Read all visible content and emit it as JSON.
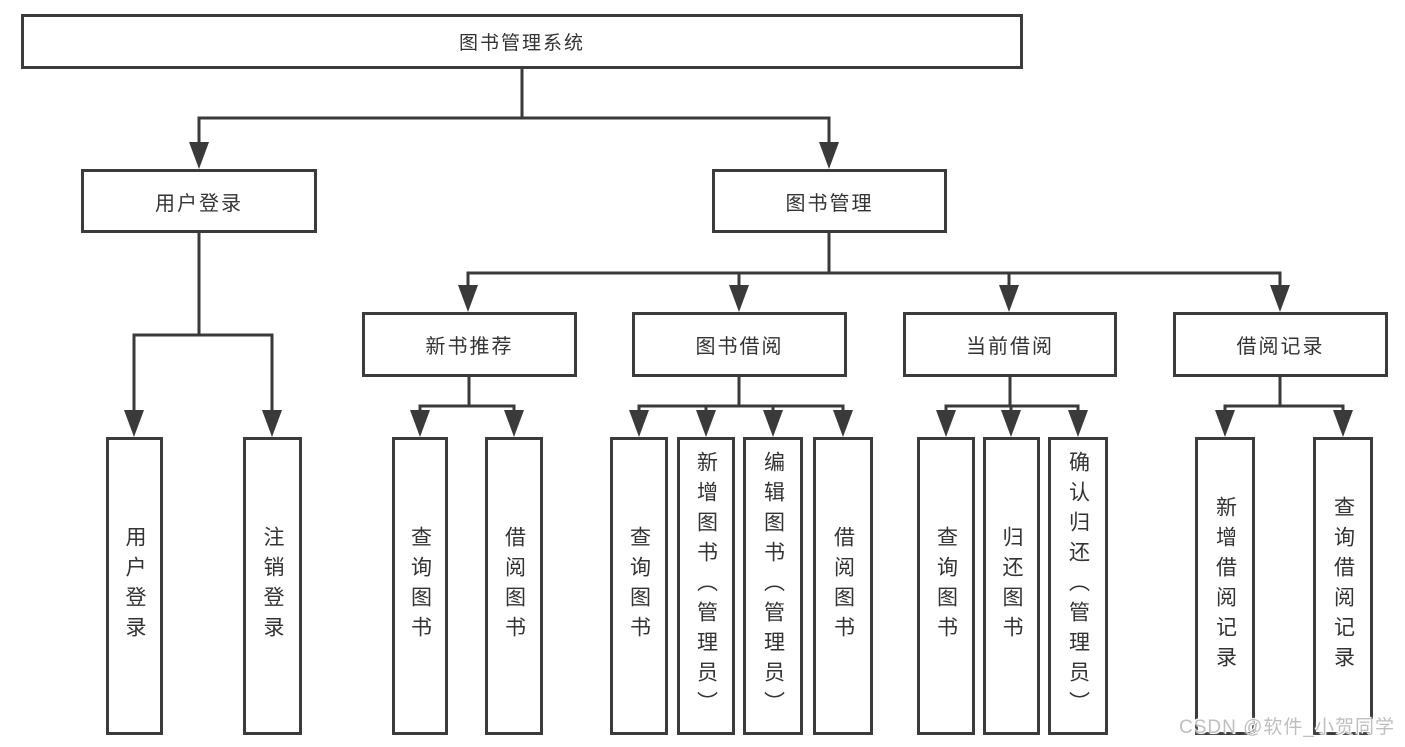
{
  "diagram_type": "hierarchy-tree",
  "tree": {
    "label": "图书管理系统",
    "children": [
      {
        "label": "用户登录",
        "children": [
          {
            "label": "用户登录"
          },
          {
            "label": "注销登录"
          }
        ]
      },
      {
        "label": "图书管理",
        "children": [
          {
            "label": "新书推荐",
            "children": [
              {
                "label": "查询图书"
              },
              {
                "label": "借阅图书"
              }
            ]
          },
          {
            "label": "图书借阅",
            "children": [
              {
                "label": "查询图书"
              },
              {
                "label": "新增图书（管理员）"
              },
              {
                "label": "编辑图书（管理员）"
              },
              {
                "label": "借阅图书"
              }
            ]
          },
          {
            "label": "当前借阅",
            "children": [
              {
                "label": "查询图书"
              },
              {
                "label": "归还图书"
              },
              {
                "label": "确认归还（管理员）"
              }
            ]
          },
          {
            "label": "借阅记录",
            "children": [
              {
                "label": "新增借阅记录"
              },
              {
                "label": "查询借阅记录"
              }
            ]
          }
        ]
      }
    ]
  },
  "watermark": {
    "text": "CSDN @软件_小贺同学"
  },
  "colors": {
    "line": "#3a3a3a",
    "box_border": "#3b3b3b",
    "text": "#333333",
    "watermark_text": "#bfbfbf",
    "background": "#ffffff"
  }
}
